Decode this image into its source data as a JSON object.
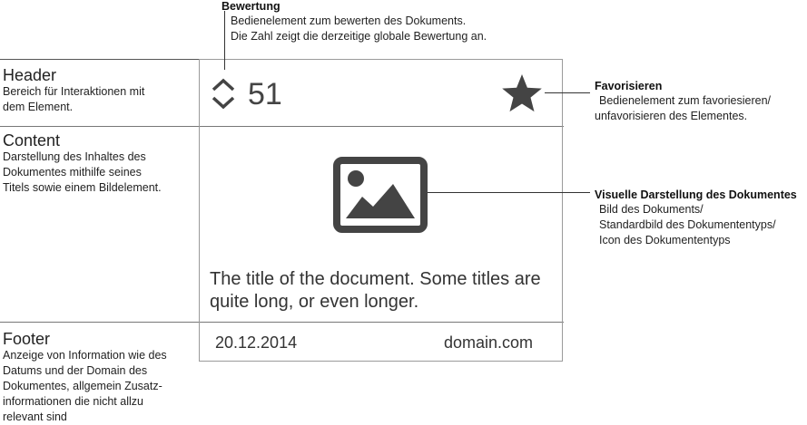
{
  "annotations": {
    "bewertung": {
      "title": "Bewertung",
      "lines": [
        "Bedienelement zum bewerten des Dokuments.",
        "Die Zahl zeigt die derzeitige globale Bewertung an."
      ]
    },
    "favorisieren": {
      "title": "Favorisieren",
      "lines": [
        "Bedienelement zum favoriesieren/",
        "unfavorisieren des Elementes."
      ]
    },
    "visuelle": {
      "title": "Visuelle Darstellung des Dokumentes",
      "lines": [
        "Bild des Dokuments/",
        "Standardbild des Dokumententyps/",
        "Icon des Dokumententyps"
      ]
    }
  },
  "sections": {
    "header": {
      "title": "Header",
      "lines": [
        "Bereich für Interaktionen mit",
        "dem Element."
      ]
    },
    "content": {
      "title": "Content",
      "lines": [
        "Darstellung des Inhaltes des",
        "Dokumentes mithilfe seines",
        "Titels sowie einem Bildelement."
      ]
    },
    "footer": {
      "title": "Footer",
      "lines": [
        "Anzeige von Information wie des",
        "Datums und der Domain des",
        "Dokumentes, allgemein Zusatz-",
        "informationen die nicht allzu",
        "relevant sind"
      ]
    }
  },
  "card": {
    "rating_value": "51",
    "icons": {
      "vote": "up-down-chevron-icon",
      "favorite": "star-icon",
      "image": "image-placeholder-icon"
    },
    "title_lines": [
      "The title of the document. Some titles are",
      "quite long, or even longer."
    ],
    "date": "20.12.2014",
    "domain": "domain.com"
  }
}
